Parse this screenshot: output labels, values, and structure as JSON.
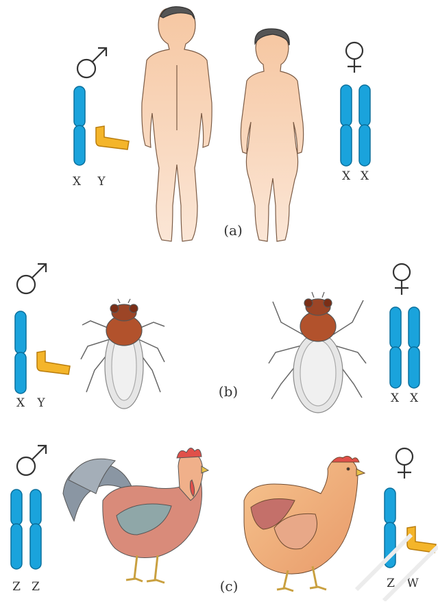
{
  "panels": [
    {
      "id": "a",
      "label": "(a)",
      "male": {
        "symbol": "♂",
        "chromosome_labels": [
          "X",
          "Y"
        ],
        "organism": "human-male"
      },
      "female": {
        "symbol": "♀",
        "chromosome_labels": [
          "X",
          "X"
        ],
        "organism": "human-female"
      }
    },
    {
      "id": "b",
      "label": "(b)",
      "male": {
        "symbol": "♂",
        "chromosome_labels": [
          "X",
          "Y"
        ],
        "organism": "fruit-fly-male"
      },
      "female": {
        "symbol": "♀",
        "chromosome_labels": [
          "X",
          "X"
        ],
        "organism": "fruit-fly-female"
      }
    },
    {
      "id": "c",
      "label": "(c)",
      "male": {
        "symbol": "♂",
        "chromosome_labels": [
          "Z",
          "Z"
        ],
        "organism": "rooster"
      },
      "female": {
        "symbol": "♀",
        "chromosome_labels": [
          "Z",
          "W"
        ],
        "organism": "hen"
      }
    }
  ],
  "colors": {
    "chromosome_blue": "#1aa3dc",
    "chromosome_blue_edge": "#0a6f9c",
    "chromosome_yellow": "#f4b52a",
    "chromosome_yellow_edge": "#b97d0d",
    "skin": "#f7c9a4",
    "fly_thorax": "#b2522c",
    "fly_wing": "#e6e6e6",
    "rooster_tail": "#8a96a3",
    "rooster_comb": "#e0504a",
    "hen_body": "#f2b07a",
    "label_text": "#333333"
  }
}
